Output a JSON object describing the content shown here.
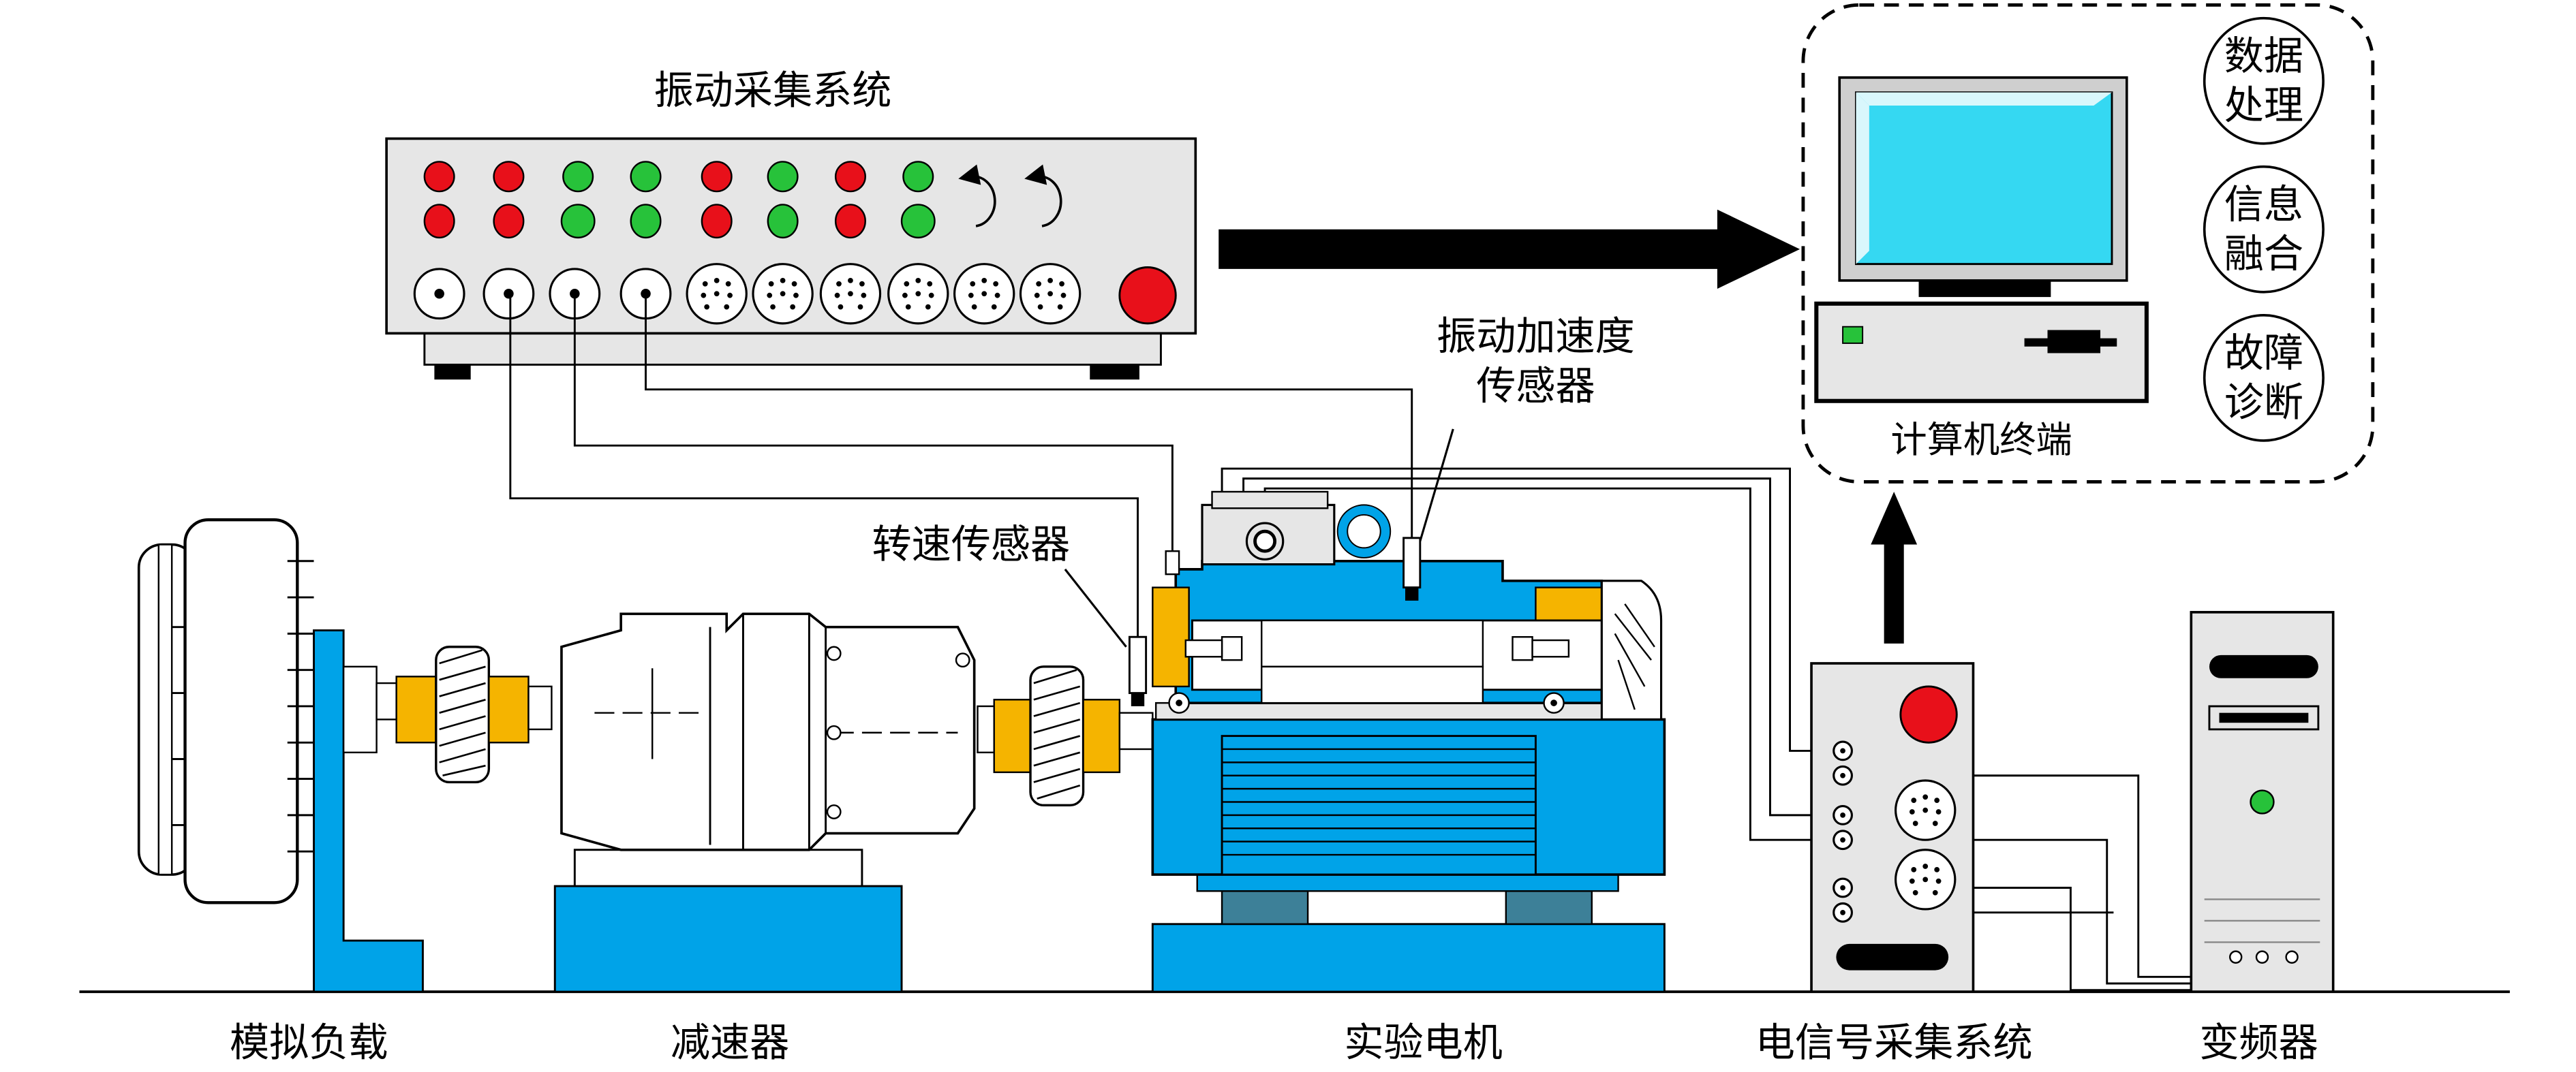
{
  "labels": {
    "daq_title": "振动采集系统",
    "accel_sensor_line1": "振动加速度",
    "accel_sensor_line2": "传感器",
    "speed_sensor": "转速传感器",
    "computer": "计算机终端",
    "elec_daq": "电信号采集系统",
    "load": "模拟负载",
    "reducer": "减速器",
    "motor": "实验电机",
    "inverter": "变频器"
  },
  "functions": [
    {
      "line1": "数据",
      "line2": "处理"
    },
    {
      "line1": "信息",
      "line2": "融合"
    },
    {
      "line1": "故障",
      "line2": "诊断"
    }
  ],
  "colors": {
    "led_red": "#e8101a",
    "led_green": "#27c23a",
    "motor_blue": "#00a3e8",
    "motor_dark": "#3d8098",
    "coupling_yellow": "#f5b400",
    "screen_cyan": "#35d8f2",
    "panel_gray": "#e6e6e6"
  },
  "icons": {
    "daq_box": "data-acquisition-box",
    "computer": "desktop-computer",
    "motor": "electric-motor",
    "reducer": "gearbox",
    "inverter": "tower-cabinet"
  }
}
